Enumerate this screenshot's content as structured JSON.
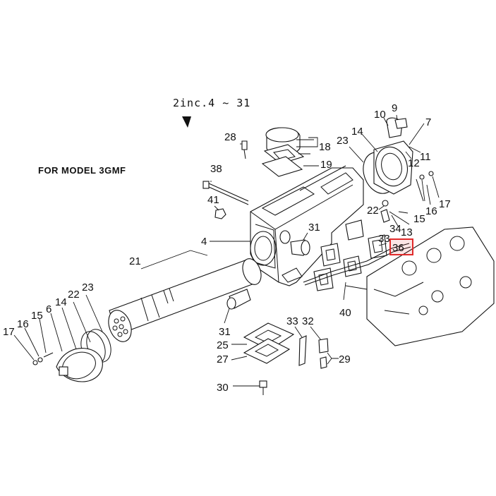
{
  "diagram": {
    "model_title": "FOR MODEL 3GMF",
    "range_note": "2inc.4 ~ 31",
    "highlight_color": "#e02a2a",
    "highlighted_part": "36",
    "part_labels": {
      "p4": "4",
      "p6": "6",
      "p7": "7",
      "p9": "9",
      "p10": "10",
      "p11": "11",
      "p12": "12",
      "p13": "13",
      "p14a": "14",
      "p14b": "14",
      "p15a": "15",
      "p15b": "15",
      "p16a": "16",
      "p16b": "16",
      "p17a": "17",
      "p17b": "17",
      "p18": "18",
      "p19": "19",
      "p21": "21",
      "p22a": "22",
      "p22b": "22",
      "p23a": "23",
      "p23b": "23",
      "p25": "25",
      "p27": "27",
      "p28": "28",
      "p29": "29",
      "p30": "30",
      "p31a": "31",
      "p31b": "31",
      "p32": "32",
      "p33a": "33",
      "p33b": "33",
      "p34": "34",
      "p36": "36",
      "p38": "38",
      "p40": "40",
      "p41": "41"
    }
  }
}
